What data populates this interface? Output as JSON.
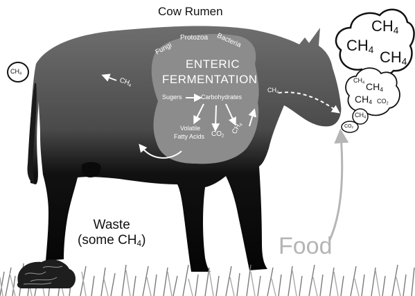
{
  "title": "Cow Rumen",
  "rumen": {
    "microbes": {
      "fungi": "Fungi",
      "protozoa": "Protozoa",
      "bacteria": "Bacteria"
    },
    "process_line1": "ENTERIC",
    "process_line2": "FERMENTATION",
    "sugars": "Sugers",
    "carbohydrates": "Carbohydrates",
    "vfa_line1": "Volatile",
    "vfa_line2": "Fatty Acids",
    "co2": "CO",
    "co2_sub": "2",
    "ch4": "CH",
    "ch4_sub": "4"
  },
  "gas_labels": {
    "ch4_back": "CH",
    "ch4_back_sub": "4",
    "ch4_mid": "CH",
    "ch4_mid_sub": "4",
    "ch4_throat": "CH",
    "ch4_throat_sub": "4",
    "tail_ch4": "CH",
    "tail_ch4_sub": "4"
  },
  "big_cloud": {
    "ch": "CH",
    "sub": "4"
  },
  "small_cloud": {
    "ch": "CH",
    "sub": "4",
    "co": "CO",
    "co_sub": "2"
  },
  "food": "Food",
  "waste": {
    "line1": "Waste",
    "line2": "(some CH",
    "line2_sub": "4",
    "line2_end": ")"
  },
  "colors": {
    "cow_top": "#6b6b6b",
    "cow_bottom": "#0a0a0a",
    "rumen": "#8c8c8c",
    "food_arrow": "#b5b5b5"
  }
}
